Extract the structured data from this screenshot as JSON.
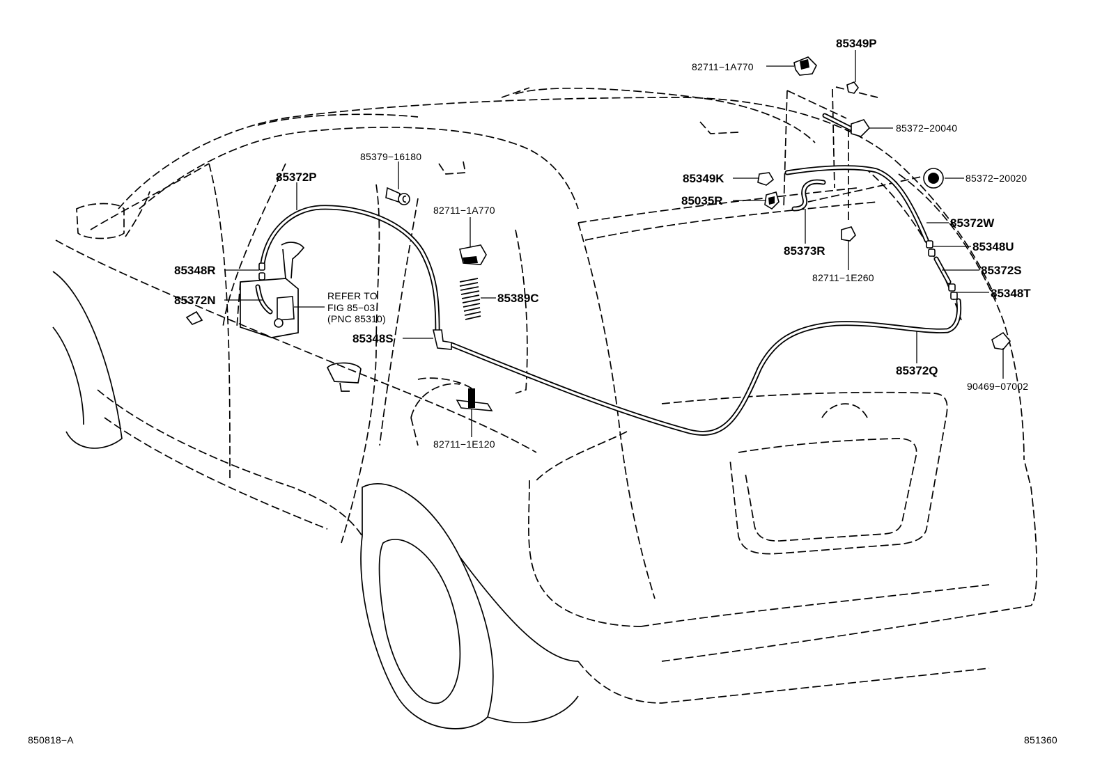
{
  "diagram": {
    "labels": {
      "p85349P": "85349P",
      "p82711_1A770_top": "82711−1A770",
      "p85372_20040": "85372−20040",
      "p85379_16180": "85379−16180",
      "p85372P": "85372P",
      "p82711_1A770_mid": "82711−1A770",
      "p85349K": "85349K",
      "p85372_20020": "85372−20020",
      "p85035R": "85035R",
      "p85372W": "85372W",
      "p85373R": "85373R",
      "p85348U": "85348U",
      "p85348R": "85348R",
      "p85372S": "85372S",
      "p82711_1E260": "82711−1E260",
      "p85372N": "85372N",
      "refer_line1": "REFER TO",
      "refer_line2": "FIG 85−03",
      "refer_line3": "(PNC 85310)",
      "p85389C": "85389C",
      "p85348T": "85348T",
      "p85348S": "85348S",
      "p85372Q": "85372Q",
      "p90469_07002": "90469−07002",
      "p82711_1E120": "82711−1E120",
      "code_left": "850818−A",
      "code_right": "851360"
    }
  }
}
